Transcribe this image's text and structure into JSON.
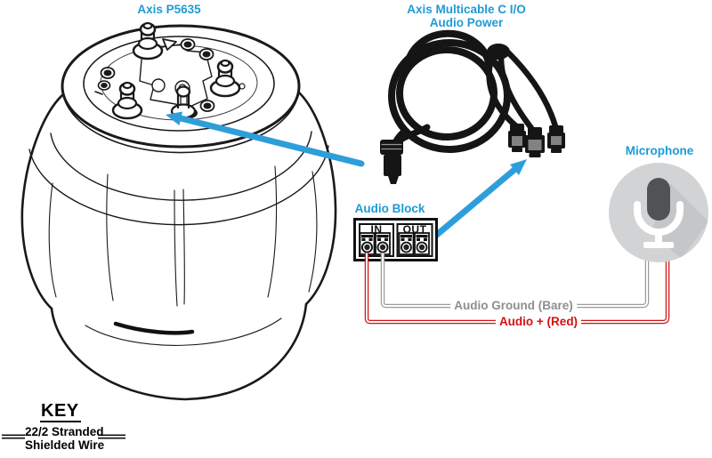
{
  "labels": {
    "camera": "Axis P5635",
    "multicable_line1": "Axis Multicable C I/O",
    "multicable_line2": "Audio Power",
    "microphone": "Microphone",
    "audio_block": "Audio Block",
    "terminal_in": "IN",
    "terminal_out": "OUT"
  },
  "wires": {
    "ground_label": "Audio Ground (Bare)",
    "audio_plus_label": "Audio + (Red)"
  },
  "key": {
    "title": "KEY",
    "line1": "22/2 Stranded",
    "line2": "Shielded Wire"
  },
  "colors": {
    "accent_blue_text": "#1E9AD6",
    "arrow_blue": "#2E9EDB",
    "wire_red": "#D01616",
    "wire_gray": "#9B9B9D",
    "drawing_black": "#1A1A1A"
  }
}
